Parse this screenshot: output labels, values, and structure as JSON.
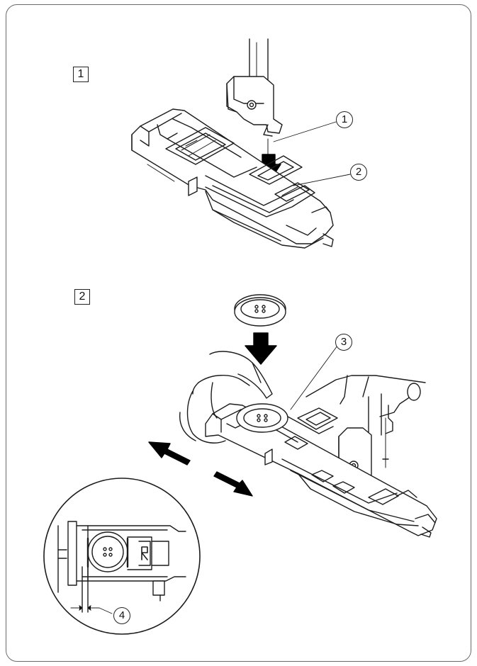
{
  "steps": [
    {
      "label": "1"
    },
    {
      "label": "2"
    }
  ],
  "callouts": [
    {
      "label": "1"
    },
    {
      "label": "2"
    },
    {
      "label": "3"
    },
    {
      "label": "4"
    }
  ],
  "colors": {
    "line": "#1c1c1c",
    "frame": "#6a6a6a",
    "arrow": "#000000"
  }
}
